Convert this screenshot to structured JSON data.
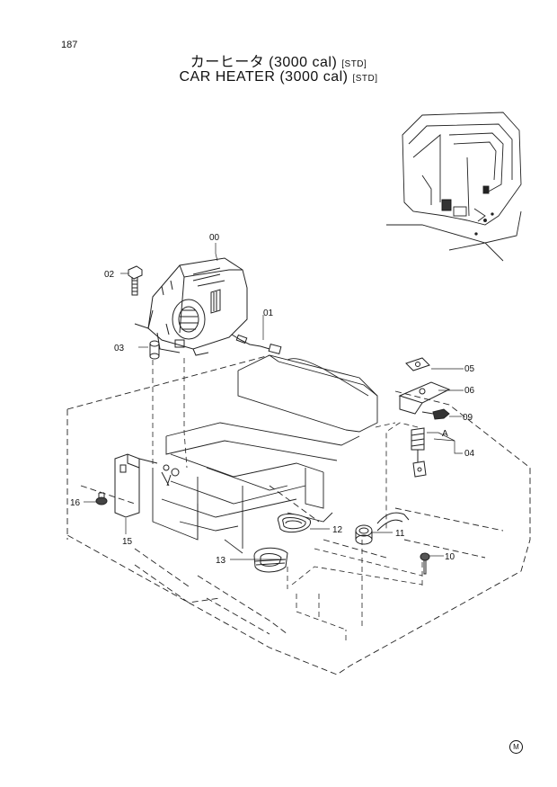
{
  "page_number": "187",
  "title_jp": "カーヒータ (3000 cal)",
  "title_en": "CAR HEATER (3000 cal)",
  "std_tag": "[STD]",
  "corner_mark": "M",
  "part_labels": {
    "p00": "00",
    "p01": "01",
    "p02": "02",
    "p03": "03",
    "p04": "04",
    "p05": "05",
    "p06": "06",
    "p09": "09",
    "p10": "10",
    "p11": "11",
    "p12": "12",
    "p13": "13",
    "p15": "15",
    "p16": "16",
    "pA": "A"
  }
}
